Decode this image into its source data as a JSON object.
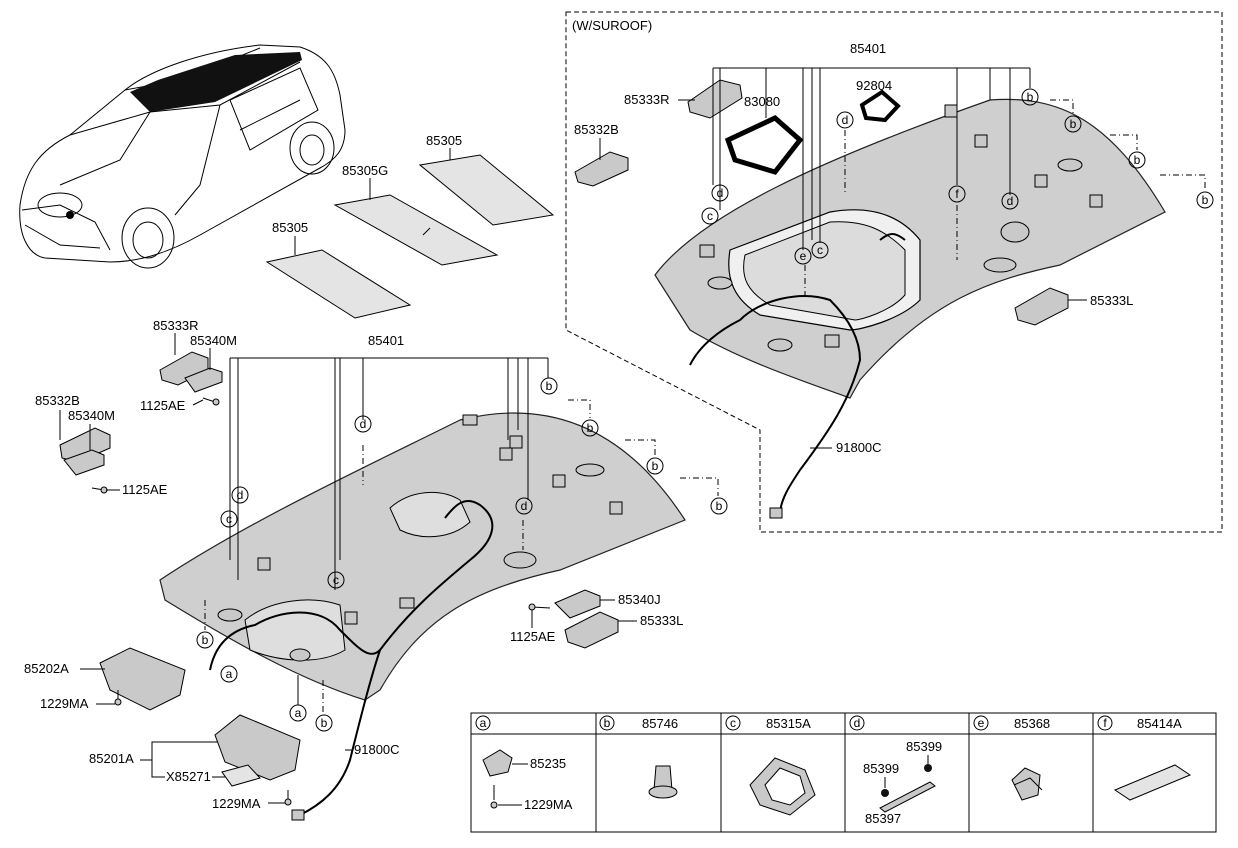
{
  "sunroof_title": "(W/SUROOF)",
  "upper": {
    "p85401": "85401",
    "p92804": "92804",
    "p83080": "83080",
    "p85333R": "85333R",
    "p85332B": "85332B",
    "p85333L": "85333L",
    "p91800C": "91800C",
    "c_b": "b",
    "c_c": "c",
    "c_d": "d",
    "c_e": "e",
    "c_f": "f"
  },
  "pads": {
    "p85305_top": "85305",
    "p85305G": "85305G",
    "p85305_bot": "85305"
  },
  "lower": {
    "p85401": "85401",
    "p85333R": "85333R",
    "p85340M_1": "85340M",
    "p1125AE_1": "1125AE",
    "p85332B": "85332B",
    "p85340M_2": "85340M",
    "p1125AE_2": "1125AE",
    "p85340J": "85340J",
    "p1125AE_3": "1125AE",
    "p85333L": "85333L",
    "p85202A": "85202A",
    "p1229MA_1": "1229MA",
    "p85201A": "85201A",
    "pX85271": "X85271",
    "p1229MA_2": "1229MA",
    "p91800C": "91800C",
    "c_a": "a",
    "c_b": "b",
    "c_c": "c",
    "c_d": "d"
  },
  "legend": {
    "a": {
      "code": "a",
      "parts": [
        "85235",
        "1229MA"
      ]
    },
    "b": {
      "code": "b",
      "part": "85746"
    },
    "c": {
      "code": "c",
      "part": "85315A"
    },
    "d": {
      "code": "d",
      "parts": [
        "85399",
        "85399",
        "85397"
      ]
    },
    "e": {
      "code": "e",
      "part": "85368"
    },
    "f": {
      "code": "f",
      "part": "85414A"
    }
  }
}
